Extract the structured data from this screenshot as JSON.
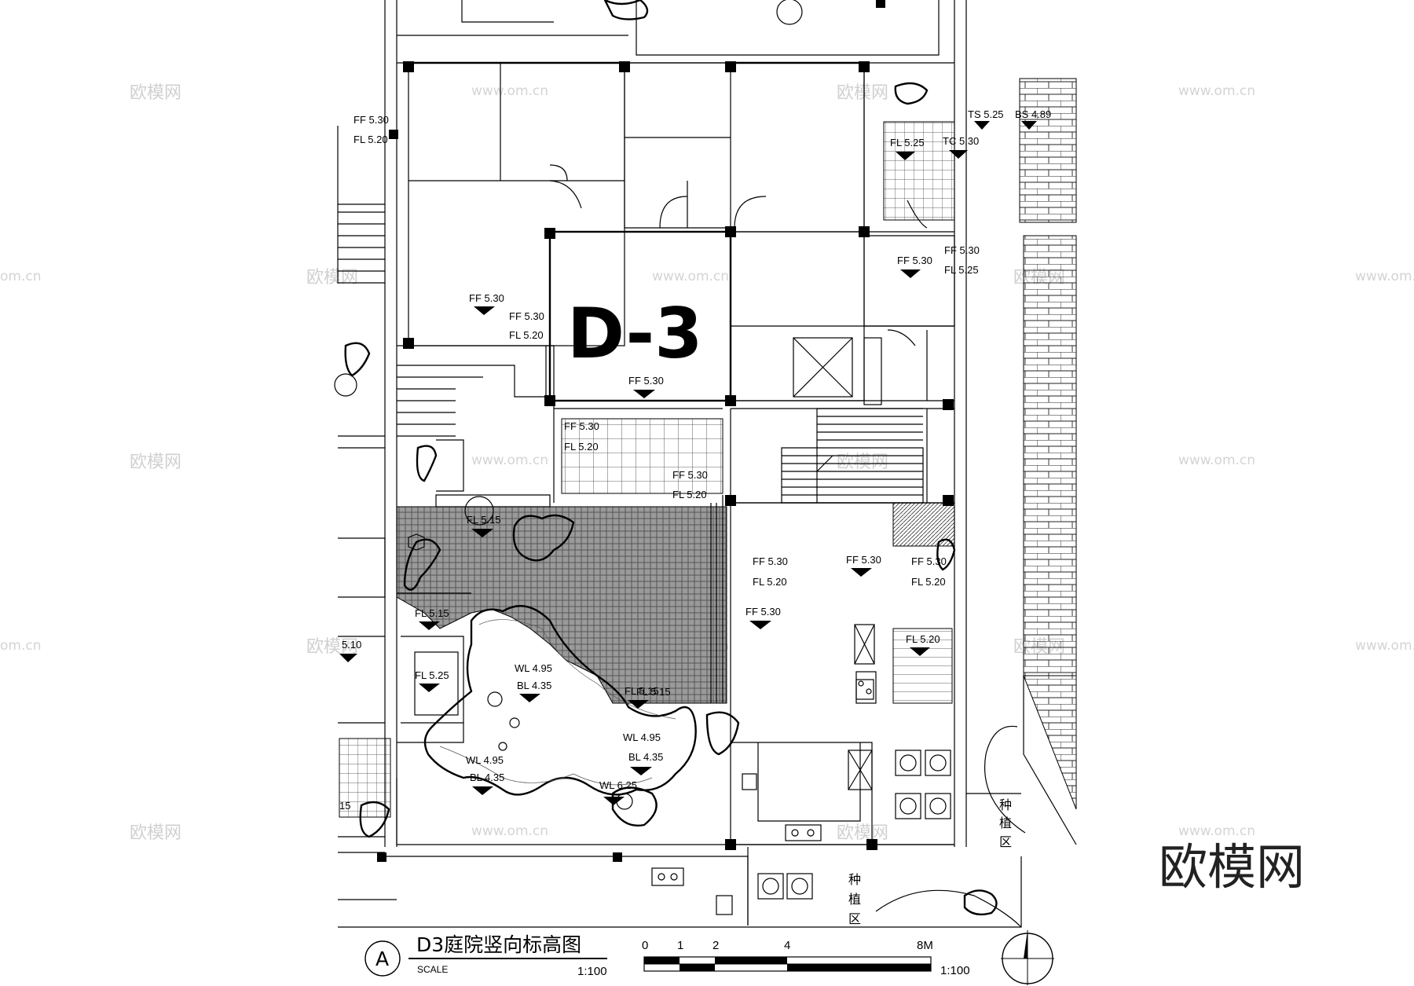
{
  "drawing": {
    "plan_label": "D-3",
    "title": "D3庭院竖向标高图",
    "circle_letter": "A",
    "scale_word": "SCALE",
    "scale_ratio": "1:100",
    "scale_bar_ratio": "1:100",
    "scale_bar_ticks": [
      "0",
      "1",
      "2",
      "4",
      "8M"
    ],
    "planting_zone_1": [
      "种",
      "植",
      "区"
    ],
    "planting_zone_2": [
      "种",
      "植",
      "区"
    ]
  },
  "levels": [
    {
      "text": "FF 5.30"
    },
    {
      "text": "FL 5.20"
    },
    {
      "text": "FF 5.30"
    },
    {
      "text": "FF 5.30"
    },
    {
      "text": "FL 5.20"
    },
    {
      "text": "FF 5.30"
    },
    {
      "text": "FF 5.30"
    },
    {
      "text": "FL 5.20"
    },
    {
      "text": "FF 5.30"
    },
    {
      "text": "FL 5.20"
    },
    {
      "text": "FL 5.15"
    },
    {
      "text": "TS 5.25"
    },
    {
      "text": "BS 4.89"
    },
    {
      "text": "FL 5.25"
    },
    {
      "text": "TC 5.30"
    },
    {
      "text": "FF 5.30"
    },
    {
      "text": "FF 5.30"
    },
    {
      "text": "FL 5.25"
    },
    {
      "text": "FF 5.30"
    },
    {
      "text": "FL 5.20"
    },
    {
      "text": "FF 5.30"
    },
    {
      "text": "FF 5.30"
    },
    {
      "text": "FL 5.20"
    },
    {
      "text": "FF 5.30"
    },
    {
      "text": "FL 5.20"
    },
    {
      "text": "FL 5.15"
    },
    {
      "text": "5.10"
    },
    {
      "text": "FL 5.25"
    },
    {
      "text": "WL 4.95"
    },
    {
      "text": "BL 4.35"
    },
    {
      "text": "FL 5.15"
    },
    {
      "text": "WL 4.95"
    },
    {
      "text": "BL 4.35"
    },
    {
      "text": "WL 4.95"
    },
    {
      "text": "BL 4.35"
    },
    {
      "text": "WL 6.25"
    },
    {
      "text": "15"
    },
    {
      "text": "FL 5.15"
    }
  ],
  "watermarks": {
    "logo_cn": "欧模网",
    "site": "www.om.cn",
    "site_short": "om.cn",
    "corner_logo": "欧模网"
  }
}
